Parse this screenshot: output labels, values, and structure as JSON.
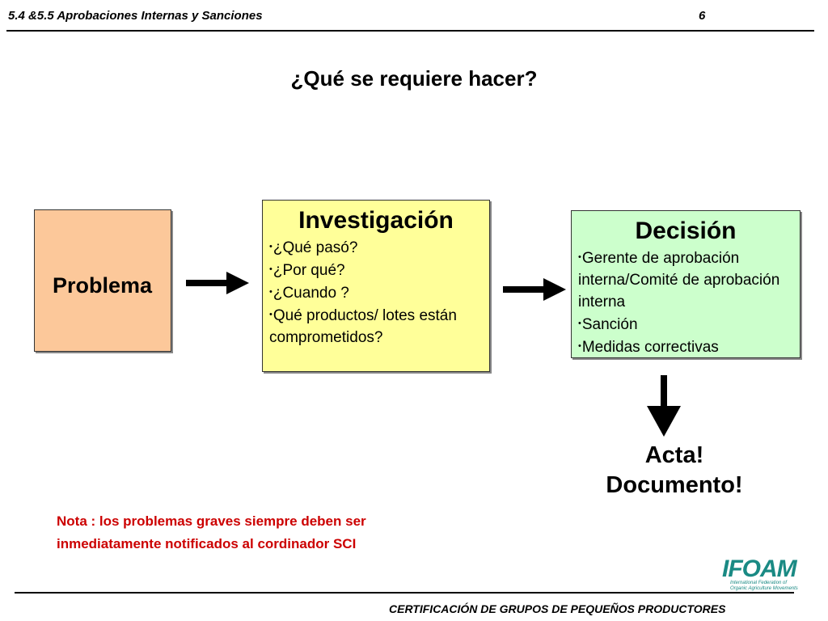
{
  "header": {
    "section": "5.4 &5.5 Aprobaciones Internas y Sanciones",
    "page_number": "6"
  },
  "title": "¿Qué se requiere hacer?",
  "boxes": {
    "problem": {
      "label": "Problema",
      "color": "#fcc89a"
    },
    "investigation": {
      "title": "Investigación",
      "color": "#ffff99",
      "items": [
        "¿Qué pasó?",
        "¿Por qué?",
        "¿Cuando ?",
        "Qué productos/ lotes están comprometidos?"
      ]
    },
    "decision": {
      "title": "Decisión",
      "color": "#ccffcc",
      "items": [
        "Gerente de aprobación interna/Comité de aprobación interna",
        "Sanción",
        "Medidas correctivas"
      ]
    }
  },
  "result": {
    "line1": "Acta!",
    "line2": "Documento!"
  },
  "note": "Nota : los problemas graves siempre deben ser inmediatamente notificados al cordinador SCI",
  "logo": {
    "word": "IFOAM",
    "subtitle_line1": "International Federation of",
    "subtitle_line2": "Organic Agriculture Movements",
    "color": "#1a8a84"
  },
  "footer": "CERTIFICACIÓN DE GRUPOS DE PEQUEÑOS PRODUCTORES",
  "colors": {
    "note": "#cc0000"
  }
}
